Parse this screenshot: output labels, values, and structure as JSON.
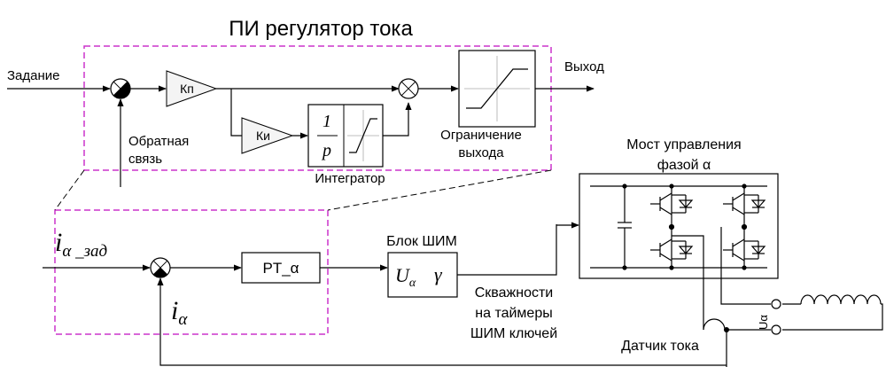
{
  "title": "ПИ регулятор тока",
  "labels": {
    "setpoint": "Задание",
    "output": "Выход",
    "feedback_line1": "Обратная",
    "feedback_line2": "связь",
    "kp": "Кп",
    "ki": "Ки",
    "integrator_num": "1",
    "integrator_den": "p",
    "integrator": "Интегратор",
    "limit_line1": "Ограничение",
    "limit_line2": "выхода",
    "bridge_line1": "Мост управления",
    "bridge_line2": "фазой α",
    "i_ref_main": "i",
    "i_ref_sub": "α _зад",
    "i_fb_main": "i",
    "i_fb_sub": "α",
    "controller": "PT_α",
    "pwm_block": "Блок ШИМ",
    "pwm_u": "U",
    "pwm_u_sub": "α",
    "pwm_gamma": "γ",
    "duty_line1": "Скважности",
    "duty_line2": "на таймеры",
    "duty_line3": "ШИМ ключей",
    "u_alpha": "Uα",
    "current_sensor": "Датчик тока"
  },
  "colors": {
    "dashed_border": "#cc33cc",
    "gain_fill": "#f4f4f4",
    "line": "#000000"
  }
}
